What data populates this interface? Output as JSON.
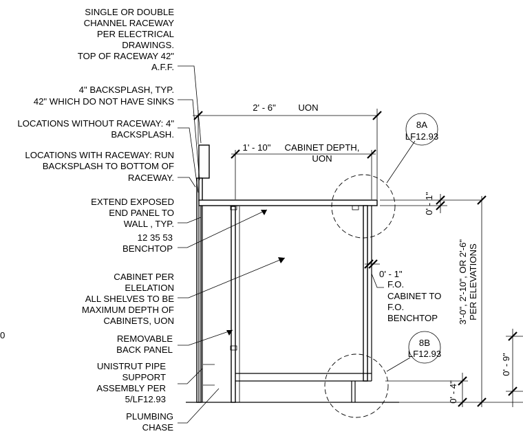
{
  "notes": {
    "raceway": [
      "SINGLE OR DOUBLE",
      "CHANNEL RACEWAY",
      "PER ELECTRICAL",
      "DRAWINGS.",
      "TOP OF RACEWAY 42\"",
      "A.F.F."
    ],
    "backsplash_typ": [
      "4\" BACKSPLASH, TYP.",
      "42\" WHICH DO NOT HAVE SINKS"
    ],
    "without_raceway": [
      "LOCATIONS WITHOUT RACEWAY: 4\"",
      "BACKSPLASH."
    ],
    "with_raceway": [
      "LOCATIONS WITH RACEWAY: RUN",
      "BACKSPLASH TO BOTTOM OF",
      "RACEWAY."
    ],
    "end_panel": [
      "EXTEND EXPOSED",
      "END PANEL TO",
      "WALL , TYP."
    ],
    "benchtop": [
      "12 35 53",
      "BENCHTOP"
    ],
    "cabinet": [
      "CABINET PER",
      "ELELATION",
      "ALL SHELVES TO BE",
      "MAXIMUM DEPTH OF",
      "CABINETS, UON"
    ],
    "back_panel": [
      "REMOVABLE",
      "BACK PANEL"
    ],
    "unistrut": [
      "UNISTRUT PIPE",
      "SUPPORT",
      "ASSEMBLY PER",
      "5/LF12.93"
    ],
    "chase": [
      "PLUMBING",
      "CHASE"
    ],
    "fo_note": [
      "CABINET TO",
      "F.O.",
      "BENCHTOP"
    ],
    "edge_mark": "0"
  },
  "dimensions": {
    "overall_depth": "2' - 6\"",
    "overall_depth_note": "UON",
    "cabinet_depth": "1' - 10\"",
    "cabinet_depth_note": [
      "CABINET DEPTH,",
      "UON"
    ],
    "top_thickness": "0' - 1\"",
    "cabinet_to_top": "0' - 1\"",
    "cabinet_to_top_prefix": "F.O.",
    "height": [
      "3'-0\", 2'-10\", OR 2'-6\"",
      "PER ELEVATIONS"
    ],
    "toe_height": "0' - 9\"",
    "toe_recess": "0' - 4\""
  },
  "callouts": {
    "detail_a": {
      "id": "8A",
      "sheet": "LF12.93"
    },
    "detail_b": {
      "id": "8B",
      "sheet": "LF12.93"
    }
  }
}
